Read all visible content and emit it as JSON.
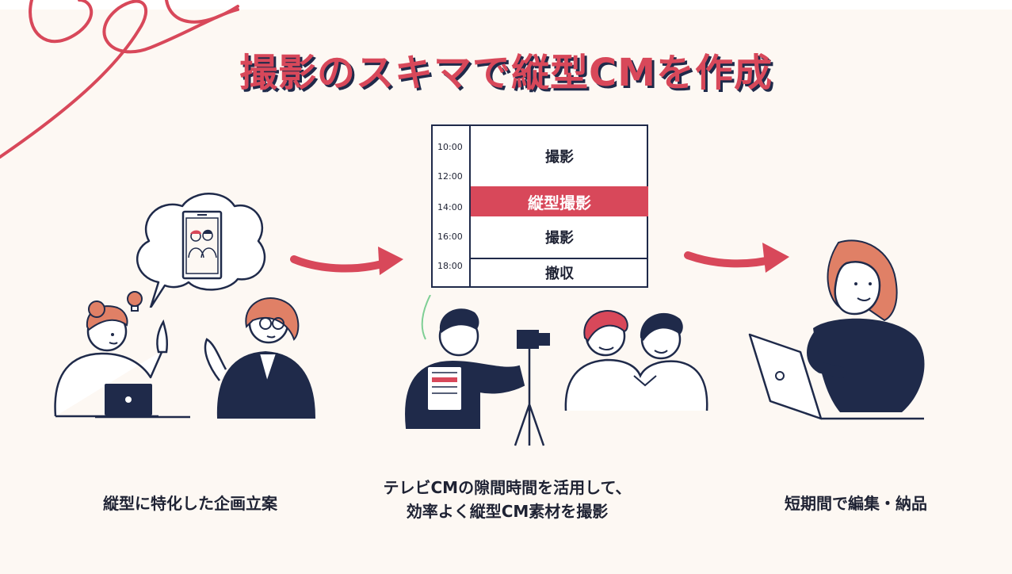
{
  "title": "撮影のスキマで縦型CMを作成",
  "schedule": {
    "times": [
      "10:00",
      "12:00",
      "14:00",
      "16:00",
      "18:00"
    ],
    "blocks": [
      "撮影",
      "縦型撮影",
      "撮影",
      "撤収"
    ]
  },
  "steps": [
    {
      "caption_line1": "縦型に特化した企画立案",
      "caption_line2": ""
    },
    {
      "caption_line1": "テレビCMの隙間時間を活用して、",
      "caption_line2": "効率よく縦型CM素材を撮影"
    },
    {
      "caption_line1": "短期間で編集・納品",
      "caption_line2": ""
    }
  ],
  "colors": {
    "accent": "#d8485a",
    "navy": "#1f2a4a",
    "background": "#fdf8f3",
    "skin": "#ffffff",
    "hair": "#e08066"
  },
  "icons": [
    "decorative-swirl",
    "thought-bubble-icon",
    "smartphone-icon",
    "lightbulb-icon",
    "laptop-icon",
    "camera-icon",
    "tripod-icon",
    "arrow-right-icon"
  ]
}
